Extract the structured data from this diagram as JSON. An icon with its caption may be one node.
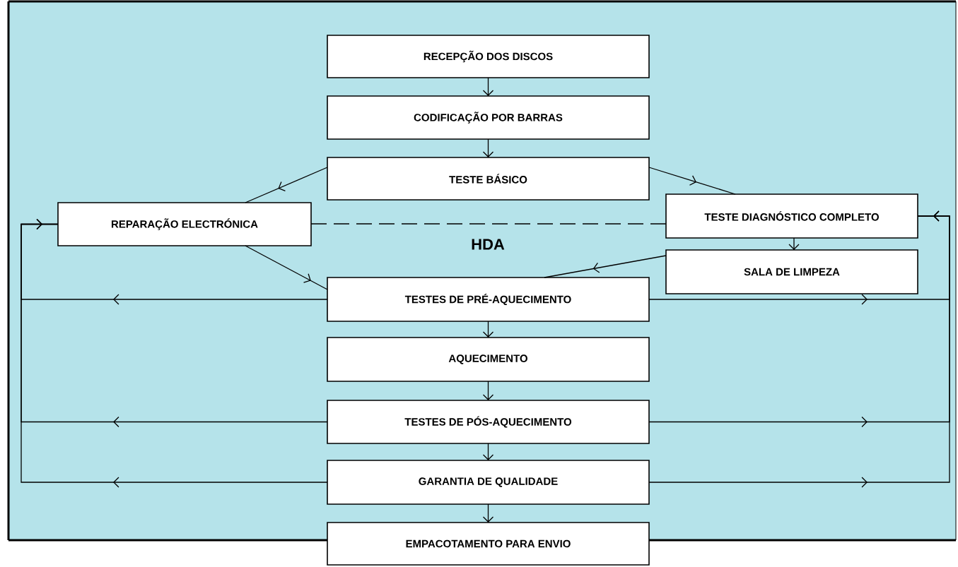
{
  "diagram": {
    "nodes": [
      {
        "text": [
          "RECEPÇÃO DOS DISCOS"
        ]
      },
      {
        "text": [
          "CODIFICAÇÃO POR BARRAS"
        ]
      },
      {
        "text": [
          "TESTE BÁSICO"
        ]
      },
      {
        "text": [
          "REPARAÇÃO ELECTRÓNICA"
        ]
      },
      {
        "text": [
          "TESTE DIAGNÓSTICO COMPLETO"
        ]
      },
      {
        "text": [
          "SALA DE LIMPEZA"
        ]
      },
      {
        "text": [
          "TESTES DE PRÉ-AQUECIMENTO"
        ]
      },
      {
        "text": [
          "AQUECIMENTO"
        ]
      },
      {
        "text": [
          "TESTES DE PÓS-AQUECIMENTO"
        ]
      },
      {
        "text": [
          "GARANTIA DE QUALIDADE"
        ]
      },
      {
        "text": [
          "EMPACOTAMENTO PARA ENVIO"
        ]
      }
    ],
    "edges": [
      {
        "from": 0,
        "to": 1,
        "arrow": "to"
      },
      {
        "from": 1,
        "to": 2,
        "arrow": "to"
      },
      {
        "from": 2,
        "to": 3,
        "arrow": "to"
      },
      {
        "from": 2,
        "to": 4,
        "arrow": "to"
      },
      {
        "from": 3,
        "to": 4,
        "arrow": "none",
        "style": "dashed"
      },
      {
        "from": 4,
        "to": 5,
        "arrow": "to"
      },
      {
        "from": 3,
        "to": 6,
        "arrow": "to"
      },
      {
        "from": 5,
        "to": 6,
        "arrow": "to"
      },
      {
        "from": 6,
        "to": 3,
        "arrow": "to"
      },
      {
        "from": 6,
        "to": 4,
        "arrow": "to"
      },
      {
        "from": 6,
        "to": 7,
        "arrow": "to"
      },
      {
        "from": 7,
        "to": 8,
        "arrow": "to"
      },
      {
        "from": 8,
        "to": 3,
        "arrow": "to"
      },
      {
        "from": 8,
        "to": 4,
        "arrow": "to"
      },
      {
        "from": 8,
        "to": 9,
        "arrow": "to"
      },
      {
        "from": 9,
        "to": 3,
        "arrow": "to"
      },
      {
        "from": 9,
        "to": 4,
        "arrow": "to"
      },
      {
        "from": 9,
        "to": 10,
        "arrow": "to"
      }
    ],
    "labels": [
      "HDA"
    ]
  }
}
